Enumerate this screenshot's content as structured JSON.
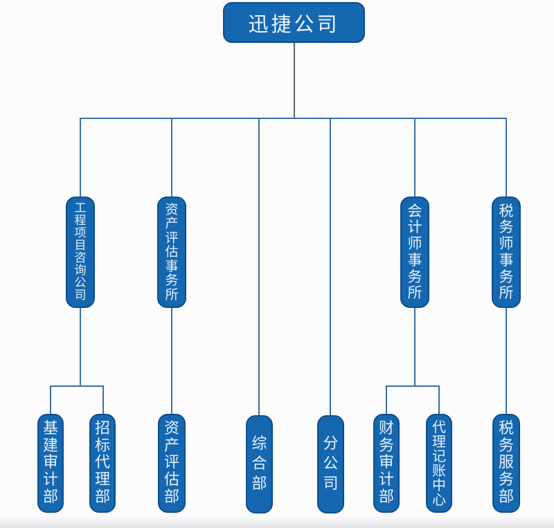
{
  "org_chart": {
    "type": "org-tree",
    "root": {
      "label": "迅捷公司",
      "children": [
        {
          "label": "工程项目咨询公司",
          "children": [
            {
              "label": "基建审计部",
              "children": []
            },
            {
              "label": "招标代理部",
              "children": []
            }
          ]
        },
        {
          "label": "资产评估事务所",
          "children": [
            {
              "label": "资产评估部",
              "children": []
            }
          ]
        },
        {
          "label": "综合部",
          "children": []
        },
        {
          "label": "分公司",
          "children": []
        },
        {
          "label": "会计师事务所",
          "children": [
            {
              "label": "财务审计部",
              "children": []
            },
            {
              "label": "代理记账中心",
              "children": []
            }
          ]
        },
        {
          "label": "税务师事务所",
          "children": [
            {
              "label": "税务服务部",
              "children": []
            }
          ]
        }
      ]
    }
  },
  "colors": {
    "node_fill": "#1567b0",
    "node_border": "#0d4d8d",
    "node_text": "#e9f2fc",
    "connector": "#3a6fa5",
    "trunk_line": "#5c6270",
    "background": "#fcfcfd"
  }
}
